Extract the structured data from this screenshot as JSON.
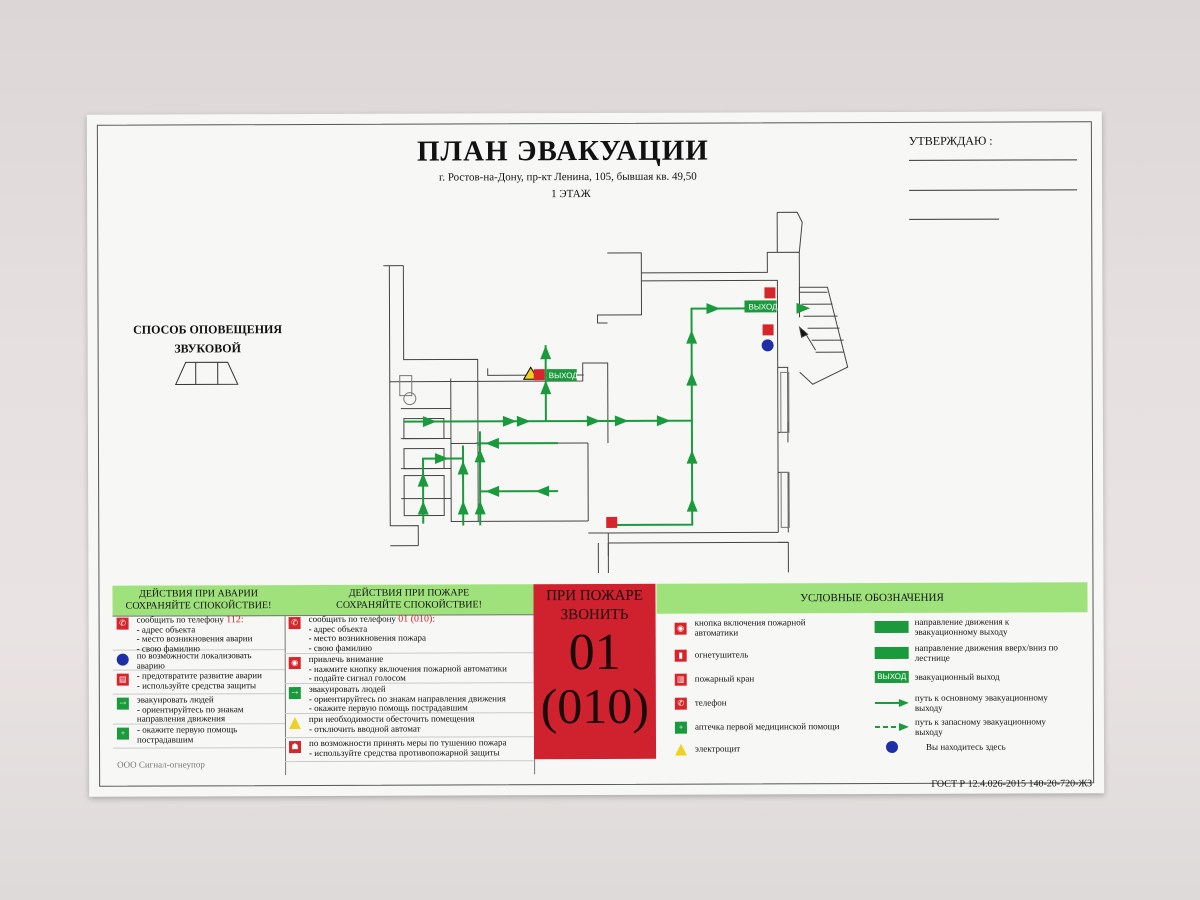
{
  "header": {
    "title": "ПЛАН ЭВАКУАЦИИ",
    "address": "г. Ростов-на-Дону, пр-кт Ленина, 105, бывшая кв. 49,50",
    "floor": "1 ЭТАЖ",
    "approve": "УТВЕРЖДАЮ :"
  },
  "notice": {
    "line1": "СПОСОБ ОПОВЕЩЕНИЯ",
    "line2": "ЗВУКОВОЙ"
  },
  "plan": {
    "exit1": "ВЫХОД",
    "exit2": "ВЫХОД"
  },
  "accident": {
    "head1": "ДЕЙСТВИЯ ПРИ АВАРИИ",
    "head2": "СОХРАНЯЙТЕ СПОКОЙСТВИЕ!",
    "r1a": "сообщить по телефону",
    "r1b": "112:",
    "r1c": "- адрес объекта",
    "r1d": "- место возникновения аварии",
    "r1e": "- свою фамилию",
    "r2a": "по возможности локализовать",
    "r2b": "аварию",
    "r3a": "- предотвратите развитие аварии",
    "r3b": "- используйте средства защиты",
    "r4a": "эвакуировать людей",
    "r4b": "- ориентируйтесь по знакам",
    "r4c": "направления движения",
    "r5a": "- окажите первую помощь",
    "r5b": "пострадавшим",
    "foot": "ООО Сигнал-огнеупор"
  },
  "fire": {
    "head1": "ДЕЙСТВИЯ ПРИ ПОЖАРЕ",
    "head2": "СОХРАНЯЙТЕ СПОКОЙСТВИЕ!",
    "r1a": "сообщить по телефону",
    "r1b": "01 (010):",
    "r1c": "- адрес объекта",
    "r1d": "- место возникновения пожара",
    "r1e": "- свою фамилию",
    "r2a": "привлечь  внимание",
    "r2b": "- нажмите кнопку включения пожарной автоматики",
    "r2c": "- подайте сигнал голосом",
    "r3a": "эвакуировать людей",
    "r3b": "- ориентируйтесь по знакам направления движения",
    "r3c": "- окажите  первую помощь пострадавшим",
    "r4a": "при необходимости обесточить помещения",
    "r4b": "- отключить вводной автомат",
    "r5a": "по возможности принять меры по тушению пожара",
    "r5b": "- используйте средства противопожарной защиты"
  },
  "call": {
    "l1": "ПРИ ПОЖАРЕ",
    "l2": "ЗВОНИТЬ",
    "n1": "01",
    "n2": "(010)"
  },
  "legend": {
    "head": "УСЛОВНЫЕ ОБОЗНАЧЕНИЯ",
    "a1": "кнопка включения пожарной",
    "a1b": "автоматики",
    "a2": "огнетушитель",
    "a3": "пожарный кран",
    "a4": "телефон",
    "a5": "аптечка первой медицинской помощи",
    "a6": "электрощит",
    "b1": "направление движения к",
    "b1b": "эвакуационному выходу",
    "b2": "направление движения вверх/вниз по",
    "b2b": "лестнице",
    "b3": "эвакуационный выход",
    "b3icon": "ВЫХОД",
    "b4": "путь к основному эвакуационному",
    "b4b": "выходу",
    "b5": "путь к запасному эвакуационному",
    "b5b": "выходу",
    "b6": "Вы находитесь здесь"
  },
  "gost": "ГОСТ Р 12.4.026-2015  140-20-720-ЖЗ",
  "colors": {
    "green": "#1a9a3c",
    "red": "#d0222e",
    "header_green": "#9fe27b",
    "blue": "#1c2fa8"
  }
}
